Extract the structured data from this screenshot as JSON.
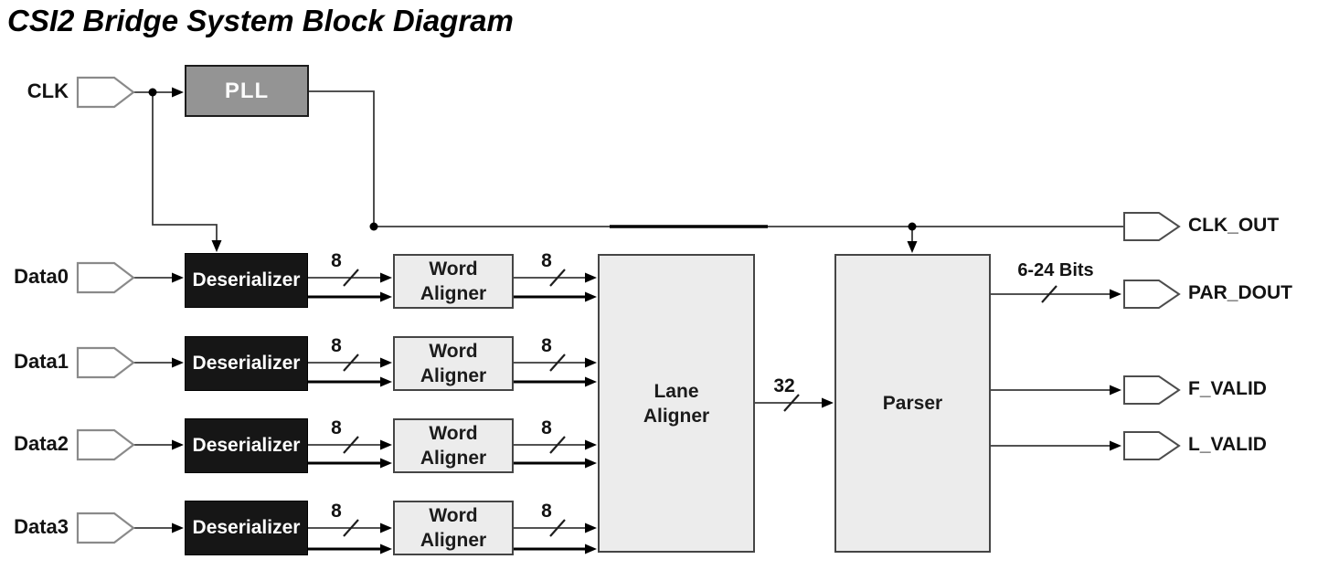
{
  "title": "CSI2 Bridge System Block Diagram",
  "clk": {
    "label": "CLK",
    "pll_label": "PLL",
    "out_label": "CLK_OUT"
  },
  "rows": [
    {
      "label": "Data0",
      "des_label": "Deserializer",
      "wa_label": "Word\nAligner",
      "bus1": "8",
      "bus2": "8"
    },
    {
      "label": "Data1",
      "des_label": "Deserializer",
      "wa_label": "Word\nAligner",
      "bus1": "8",
      "bus2": "8"
    },
    {
      "label": "Data2",
      "des_label": "Deserializer",
      "wa_label": "Word\nAligner",
      "bus1": "8",
      "bus2": "8"
    },
    {
      "label": "Data3",
      "des_label": "Deserializer",
      "wa_label": "Word\nAligner",
      "bus1": "8",
      "bus2": "8"
    }
  ],
  "lane_aligner_label": "Lane\nAligner",
  "parser_label": "Parser",
  "bus32_label": "32",
  "par_dout": {
    "bus_label": "6-24 Bits",
    "label": "PAR_DOUT"
  },
  "f_valid_label": "F_VALID",
  "l_valid_label": "L_VALID",
  "colors": {
    "pll_fill": "#949494",
    "deserializer_fill": "#161616",
    "light_block_fill": "#ececec",
    "wire": "#3a3a3a",
    "text": "#131313"
  }
}
